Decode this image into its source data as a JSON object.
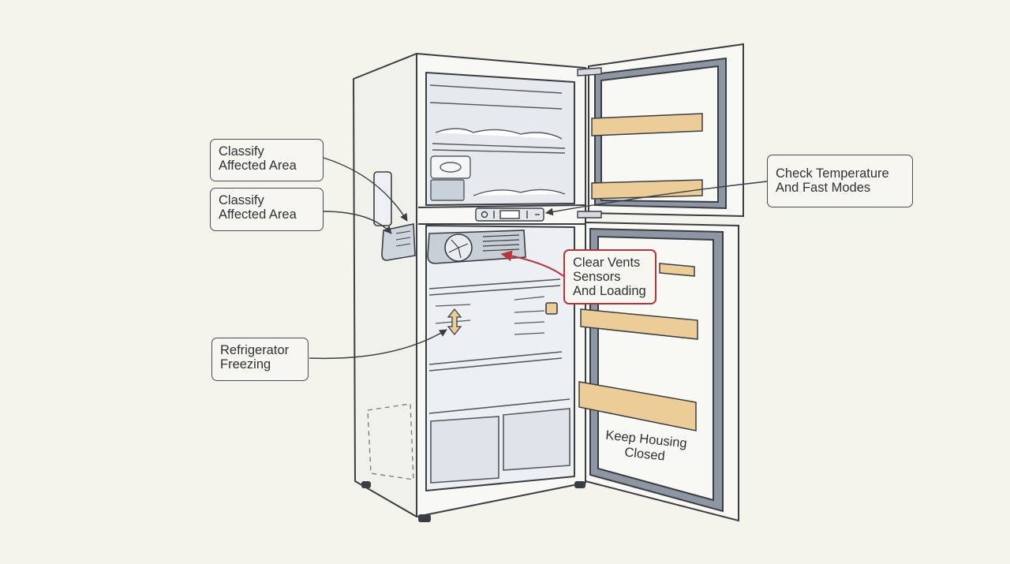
{
  "labels": {
    "classify_1": "Classify\nAffected Area",
    "classify_2": "Classify\nAffected Area",
    "freezing": "Refrigerator\nFreezing",
    "temperature": "Check Temperature\nAnd Fast Modes",
    "vents": "Clear Vents\nSensors\nAnd Loading",
    "housing": "Keep Housing\nClosed"
  },
  "colors": {
    "background": "#f4f3ec",
    "outline": "#4a4d52",
    "highlight_arrow": "#b8343a",
    "door_shelf": "#eccd98",
    "gasket": "#8d96a3",
    "interior_shade": "#d9dee5"
  },
  "icons": [
    "fan-icon",
    "up-down-arrow-icon",
    "power-icon",
    "thermometer-icon",
    "snowflake-icon"
  ]
}
